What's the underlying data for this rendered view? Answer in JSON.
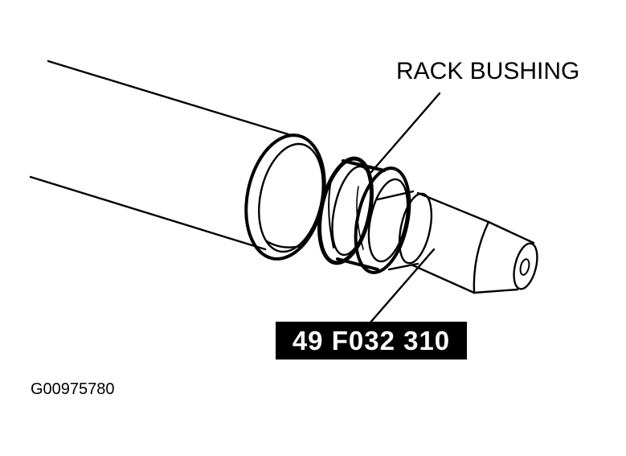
{
  "labels": {
    "part_name": "RACK BUSHING",
    "tool_number": "49 F032 310",
    "figure_id": "G00975780"
  },
  "colors": {
    "ink": "#000000",
    "paper": "#ffffff"
  }
}
